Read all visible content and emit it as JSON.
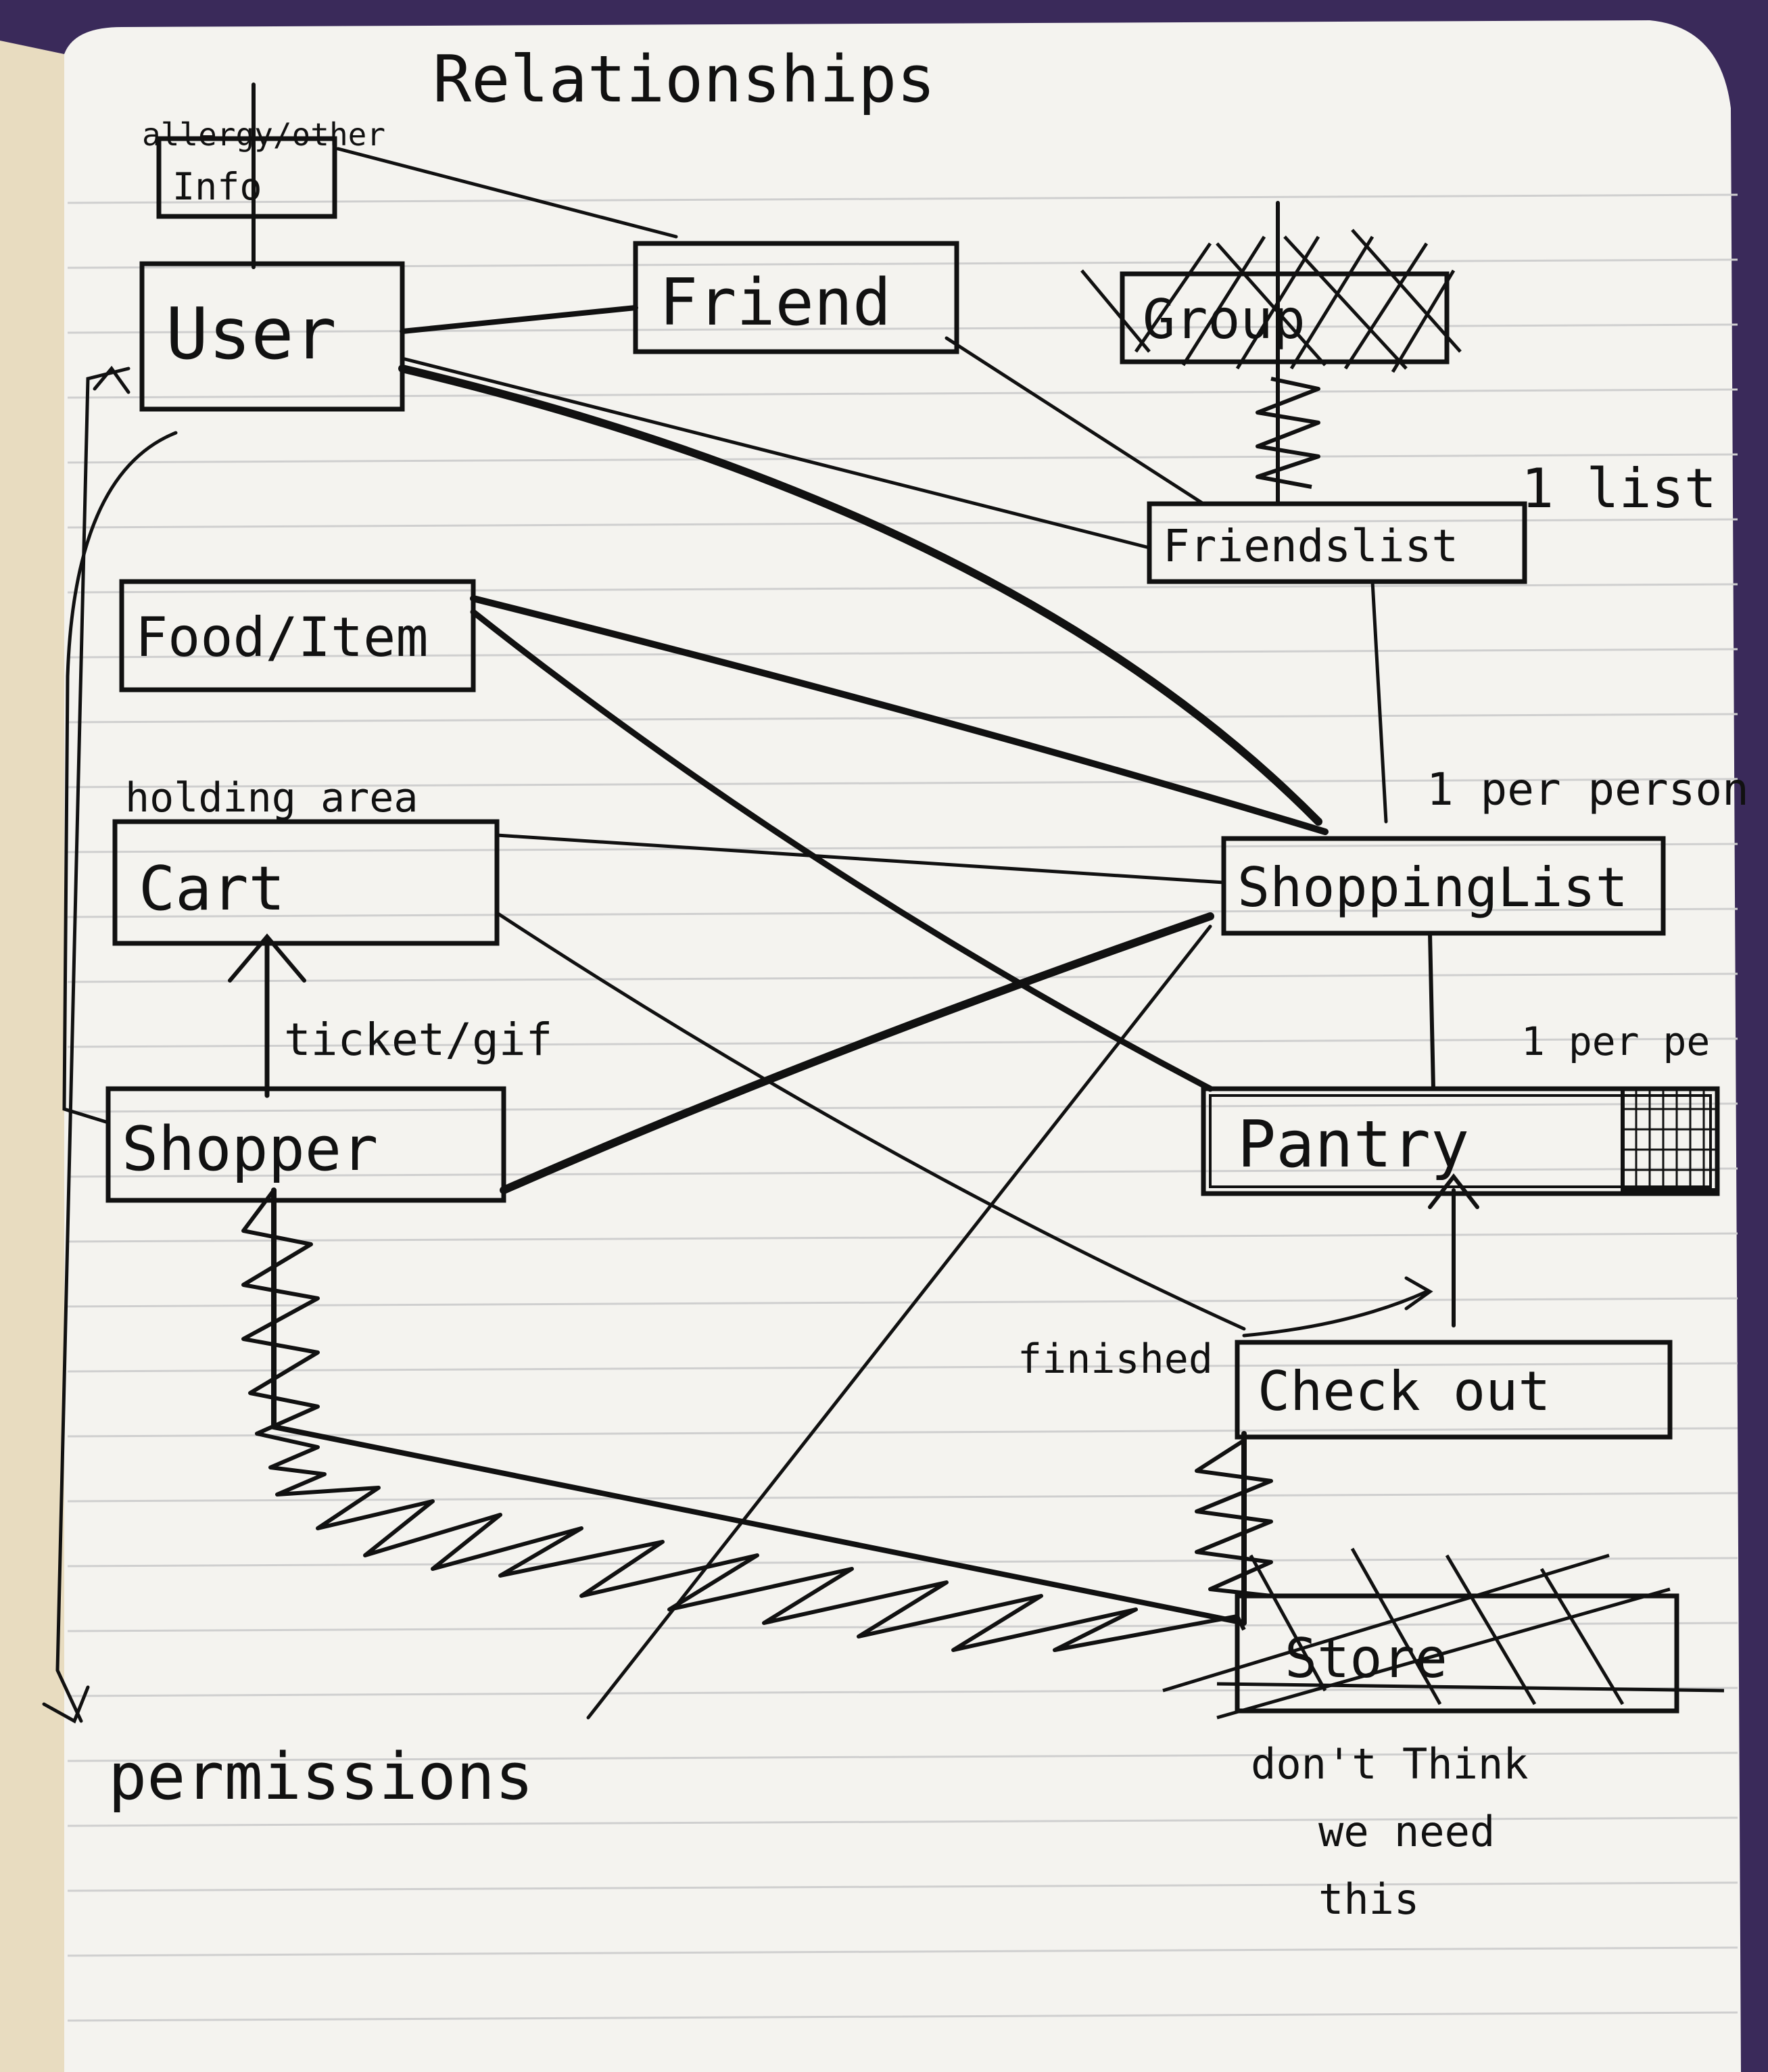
{
  "title": "Relationships",
  "entities": {
    "info": {
      "label": "Info",
      "annotation": "allergy/other"
    },
    "user": {
      "label": "User"
    },
    "friend": {
      "label": "Friend"
    },
    "group": {
      "label": "Group",
      "crossed_out": true
    },
    "friendslist": {
      "label": "Friendslist",
      "annotation": "1 list"
    },
    "food_item": {
      "label": "Food/Item"
    },
    "cart": {
      "label": "Cart",
      "annotation": "holding area"
    },
    "shoppinglist": {
      "label": "ShoppingList",
      "annotation": "1 per person"
    },
    "shopper": {
      "label": "Shopper"
    },
    "pantry": {
      "label": "Pantry",
      "annotation": "1 per pe"
    },
    "checkout": {
      "label": "Check out",
      "annotation": "finished"
    },
    "store": {
      "label": "Store",
      "crossed_out": true,
      "annotation": "don't Think we need this"
    }
  },
  "edge_labels": {
    "shopper_cart": "ticket/gif"
  },
  "footer": "permissions",
  "colors": {
    "paper": "#f4f3ef",
    "ink": "#111111",
    "rule": "#cfcfcf",
    "margin_paper": "#e8dcc0",
    "cover": "#3a2a5a"
  }
}
